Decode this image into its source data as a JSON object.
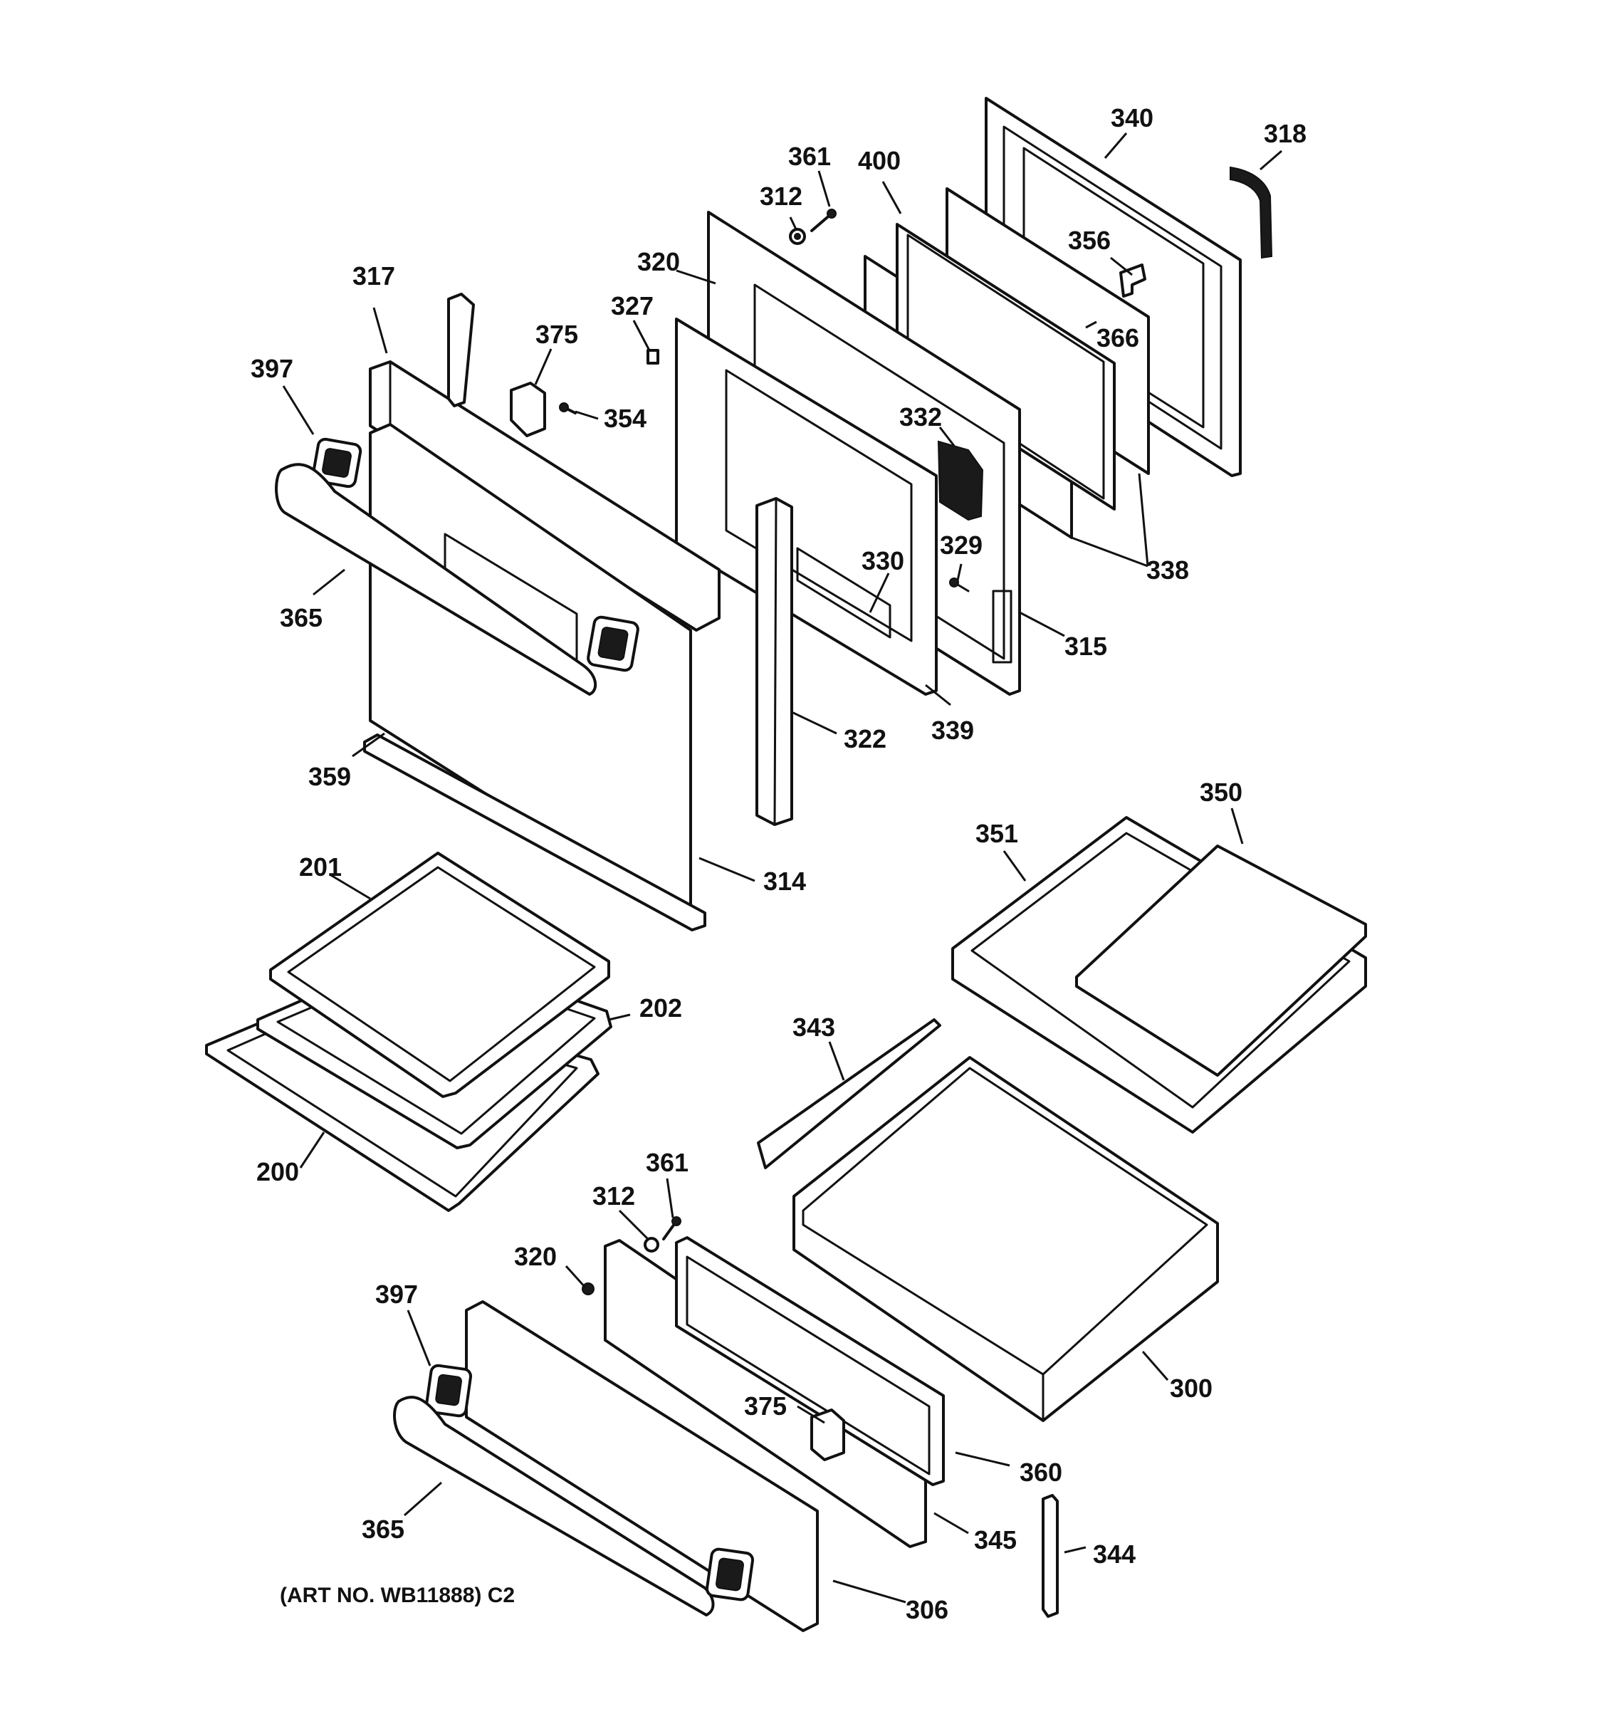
{
  "callouts": {
    "c340": "340",
    "c318": "318",
    "c361a": "361",
    "c400": "400",
    "c312a": "312",
    "c320a": "320",
    "c356": "356",
    "c317": "317",
    "c327": "327",
    "c375a": "375",
    "c366": "366",
    "c397a": "397",
    "c354": "354",
    "c332": "332",
    "c329": "329",
    "c330": "330",
    "c338": "338",
    "c365a": "365",
    "c315": "315",
    "c322": "322",
    "c339": "339",
    "c359": "359",
    "c350": "350",
    "c351": "351",
    "c201": "201",
    "c314": "314",
    "c202": "202",
    "c343": "343",
    "c200": "200",
    "c361b": "361",
    "c312b": "312",
    "c320b": "320",
    "c397b": "397",
    "c300": "300",
    "c375b": "375",
    "c360": "360",
    "c365b": "365",
    "c345": "345",
    "c344": "344",
    "c306": "306"
  },
  "caption": "(ART NO. WB11888) C2"
}
